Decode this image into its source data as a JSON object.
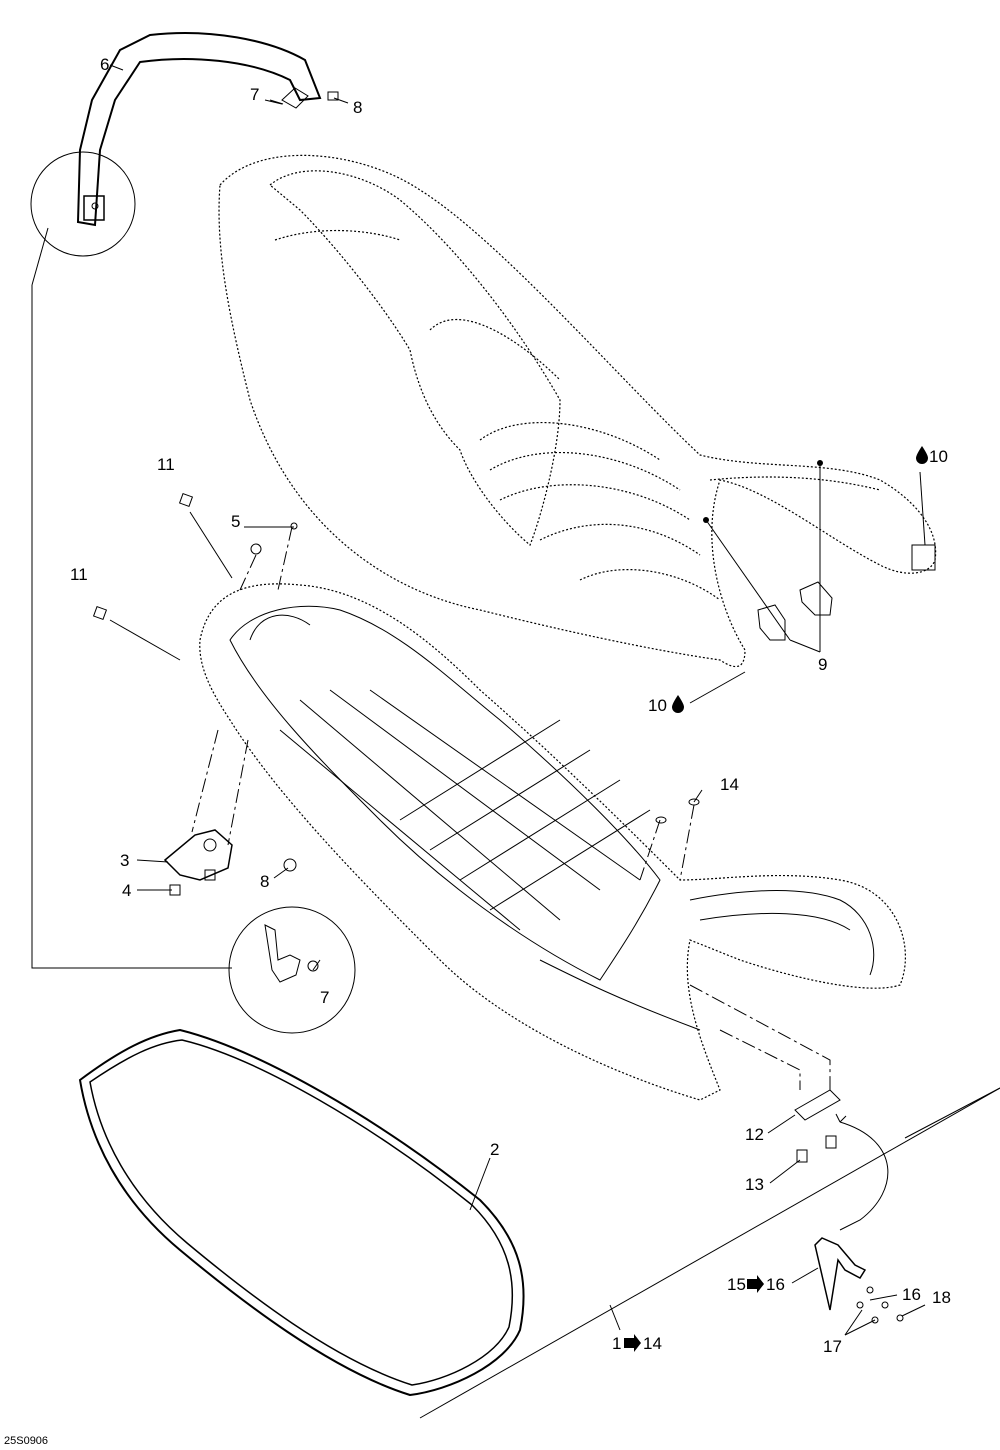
{
  "drawing_code": "25S0906",
  "callouts": {
    "c1": "6",
    "c2": "7",
    "c3": "8",
    "c4": "10",
    "c5": "11",
    "c6": "5",
    "c7": "11",
    "c8": "9",
    "c9": "10",
    "c10": "14",
    "c11": "3",
    "c12": "8",
    "c13": "4",
    "c14": "7",
    "c15": "2",
    "c16": "12",
    "c17": "13",
    "c18": "16",
    "c19": "15",
    "c20": "16",
    "c21": "18",
    "c22": "17",
    "c23": "1",
    "c24": "14"
  },
  "icons": [
    "drop-icon",
    "arrow-right-icon"
  ]
}
